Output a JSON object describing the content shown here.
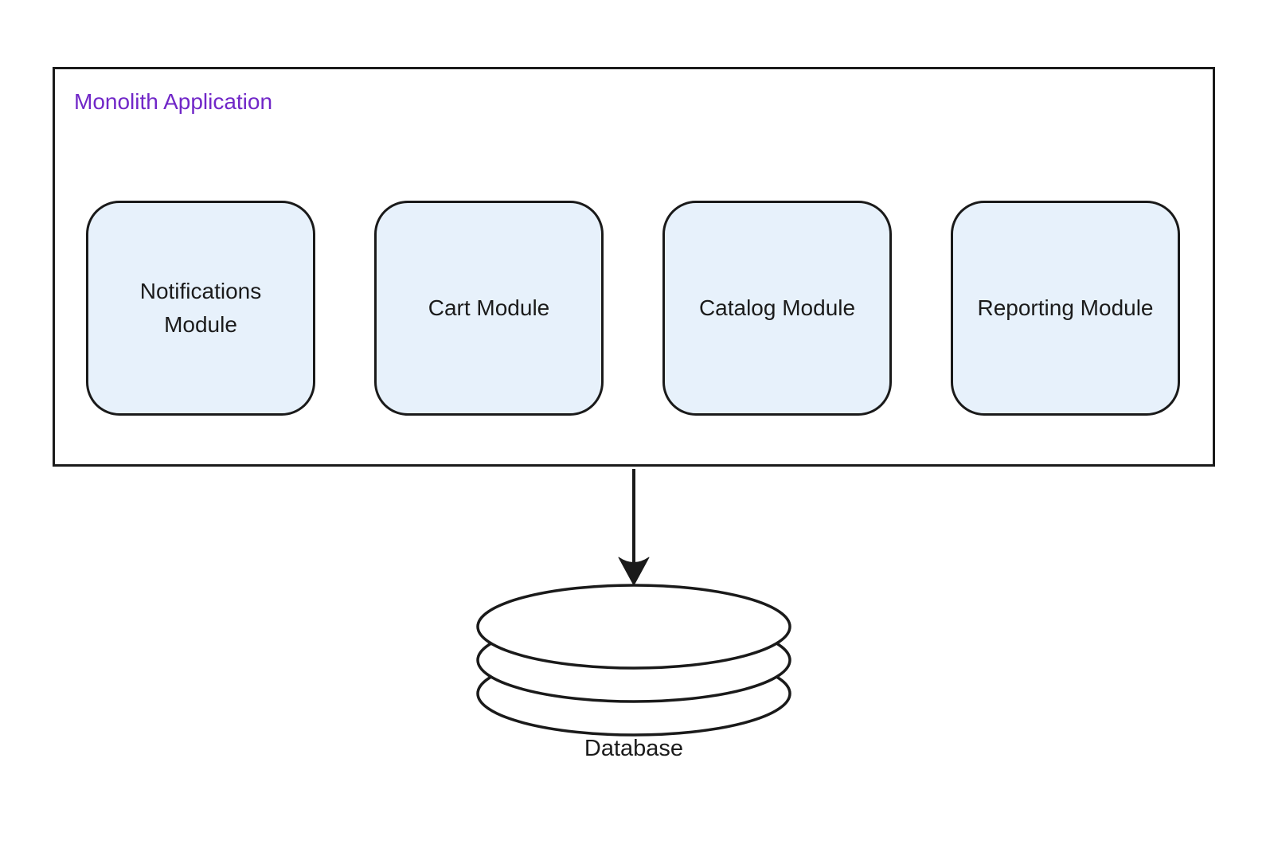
{
  "diagram": {
    "container": {
      "title": "Monolith Application"
    },
    "modules": [
      {
        "id": "notifications",
        "label": "Notifications Module"
      },
      {
        "id": "cart",
        "label": "Cart Module"
      },
      {
        "id": "catalog",
        "label": "Catalog Module"
      },
      {
        "id": "reporting",
        "label": "Reporting Module"
      }
    ],
    "database": {
      "label": "Database"
    },
    "edge": {
      "from": "Monolith Application",
      "to": "Database",
      "style": "solid-arrow-down"
    }
  },
  "colors": {
    "background": "#FFFFFF",
    "title_text": "#7127C8",
    "node_fill": "#E7F1FB",
    "stroke": "#1A1A1A",
    "body_text": "#1B1B1B"
  }
}
